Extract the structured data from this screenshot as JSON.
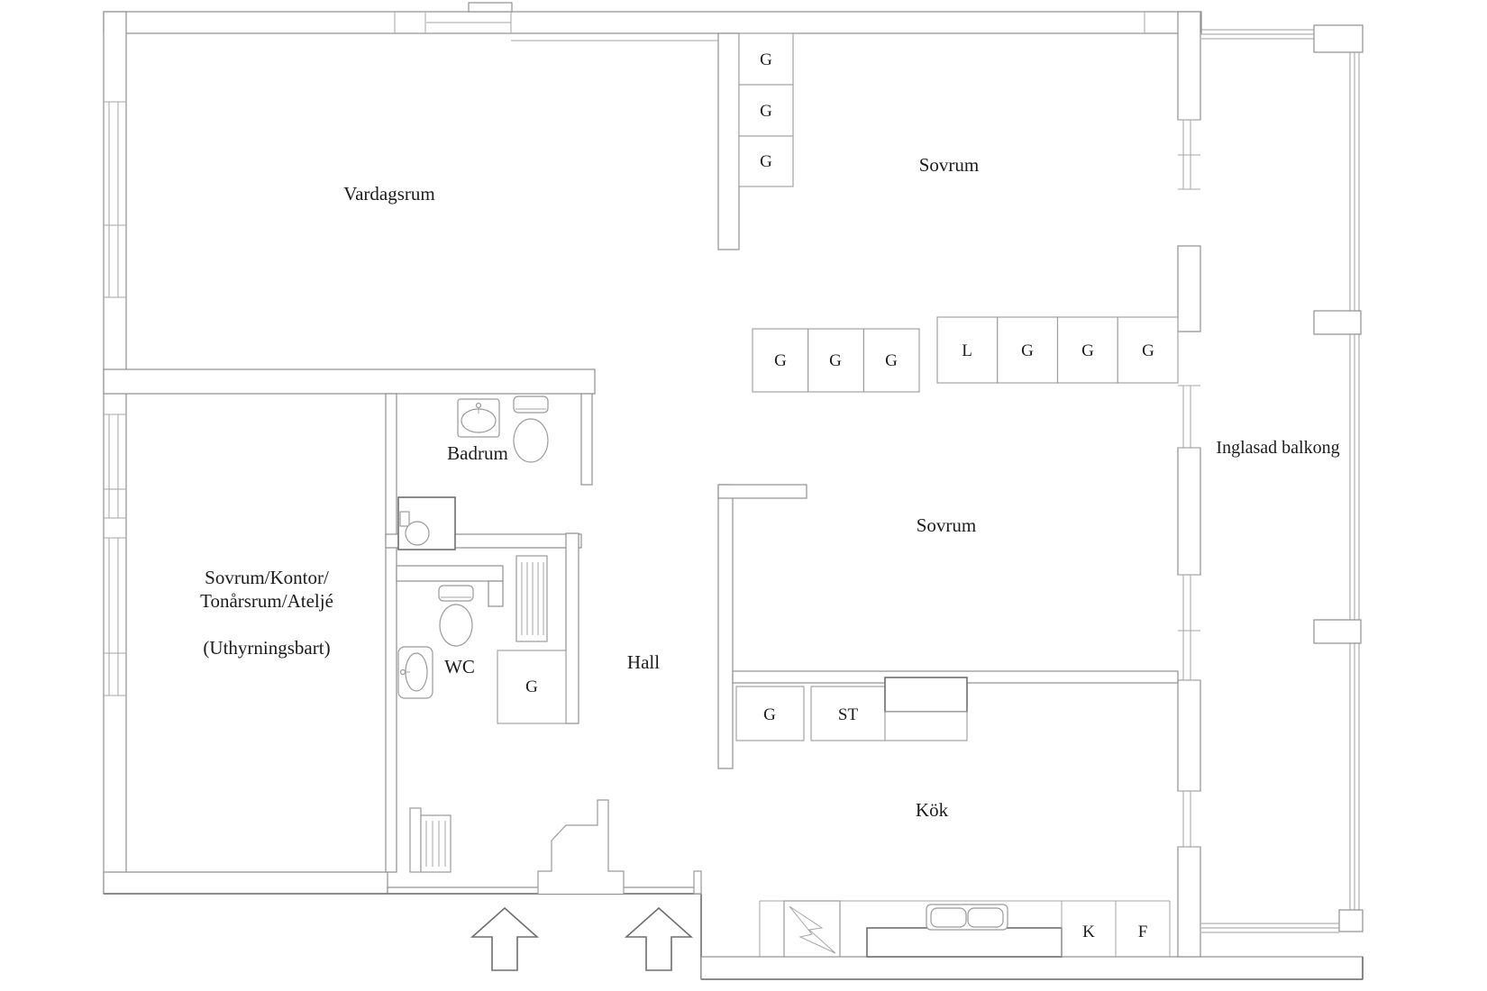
{
  "colors": {
    "background": "#ffffff",
    "wall_line": "#8f8f8f",
    "thin_line": "#a6a6a6",
    "dark_line": "#6e6e6e",
    "text": "#1c1c1c"
  },
  "rooms": {
    "vardagsrum": {
      "label": "Vardagsrum"
    },
    "sovrum_top": {
      "label": "Sovrum"
    },
    "sovrum_mid": {
      "label": "Sovrum"
    },
    "left_room": {
      "line1": "Sovrum/Kontor/",
      "line2": "Tonårsrum/Ateljé",
      "line3": "(Uthyrningsbart)"
    },
    "badrum": {
      "label": "Badrum"
    },
    "wc": {
      "label": "WC"
    },
    "hall": {
      "label": "Hall"
    },
    "kok": {
      "label": "Kök"
    },
    "balkong": {
      "label": "Inglasad balkong"
    }
  },
  "closets": {
    "stack": [
      "G",
      "G",
      "G"
    ],
    "row1": [
      "G",
      "G",
      "G"
    ],
    "row2": [
      "L",
      "G",
      "G",
      "G"
    ],
    "hall_closet": "G",
    "mid": {
      "g": "G",
      "st": "ST"
    },
    "kitchen": {
      "fridge": "K",
      "freezer": "F"
    }
  },
  "fixtures": [
    "bathroom-sink",
    "bathroom-toilet",
    "shower",
    "wc-toilet",
    "wc-sink",
    "radiator",
    "hall-radiator",
    "stove-lightning",
    "kitchen-double-sink",
    "worktop",
    "ventilation-shaft",
    "entry-arrow",
    "entry-arrow"
  ]
}
